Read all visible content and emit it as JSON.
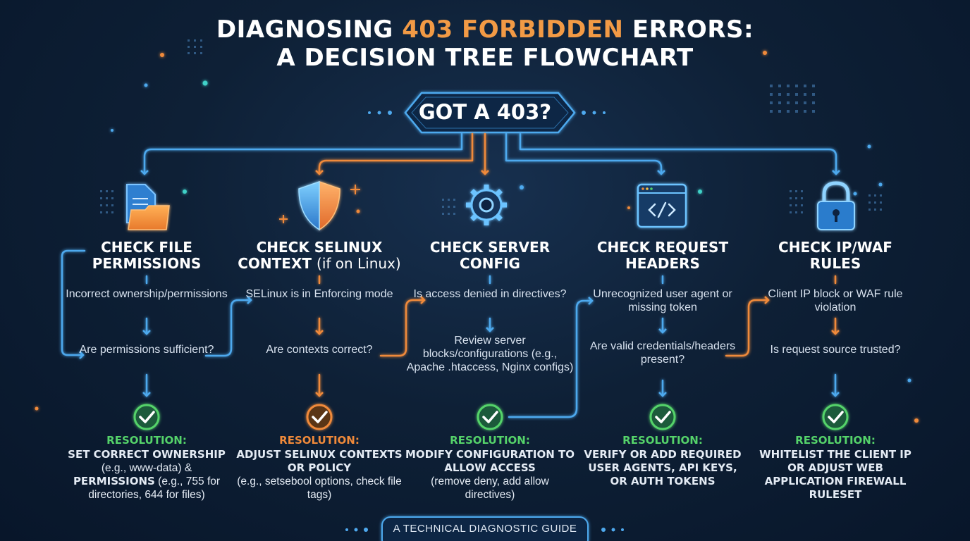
{
  "title": {
    "line1_prefix": "DIAGNOSING ",
    "line1_accent": "403 FORBIDDEN",
    "line1_suffix": " ERRORS:",
    "line2": "A DECISION TREE FLOWCHART"
  },
  "root": {
    "label": "GOT A 403?"
  },
  "colors": {
    "blue": "#4ea9ee",
    "orange": "#f08a3a",
    "green": "#55d36a",
    "background": "#0c1c30"
  },
  "columns": [
    {
      "icon": "folder-document-icon",
      "title": "CHECK FILE PERMISSIONS",
      "title_sub": "",
      "color": "#4ea9ee",
      "step1": "Incorrect ownership/permissions",
      "question": "Are permissions sufficient?",
      "resolution_label": "RESOLUTION:",
      "resolution_label_color": "#55d36a",
      "resolution_bold1": "SET CORRECT OWNERSHIP",
      "resolution_text1": "(e.g., www-data) &",
      "resolution_bold2": "PERMISSIONS",
      "resolution_text2": "(e.g., 755 for directories, 644 for files)"
    },
    {
      "icon": "shield-icon",
      "title": "CHECK SELINUX CONTEXT",
      "title_sub": "(if on Linux)",
      "color": "#f08a3a",
      "step1": "SELinux is in Enforcing mode",
      "question": "Are contexts correct?",
      "resolution_label": "RESOLUTION:",
      "resolution_label_color": "#f08a3a",
      "resolution_bold": "ADJUST SELINUX CONTEXTS OR POLICY",
      "resolution_text": "(e.g., setsebool options, check file tags)"
    },
    {
      "icon": "gear-icon",
      "title": "CHECK SERVER CONFIG",
      "title_sub": "",
      "color": "#4ea9ee",
      "step1": "Is access denied in directives?",
      "step2": "Review server blocks/configurations (e.g., Apache .htaccess, Nginx configs)",
      "resolution_label": "RESOLUTION:",
      "resolution_label_color": "#55d36a",
      "resolution_bold": "MODIFY CONFIGURATION TO ALLOW ACCESS",
      "resolution_text": "(remove deny, add allow directives)"
    },
    {
      "icon": "code-window-icon",
      "title": "CHECK REQUEST HEADERS",
      "title_sub": "",
      "color": "#4ea9ee",
      "step1": "Unrecognized user agent or missing token",
      "question": "Are valid credentials/headers present?",
      "resolution_label": "RESOLUTION:",
      "resolution_label_color": "#55d36a",
      "resolution_bold": "VERIFY OR ADD REQUIRED USER AGENTS, API KEYS, OR AUTH TOKENS",
      "resolution_text": ""
    },
    {
      "icon": "padlock-icon",
      "title": "CHECK IP/WAF RULES",
      "title_sub": "",
      "color": "#f08a3a",
      "step1": "Client IP block or WAF rule violation",
      "question": "Is request source trusted?",
      "resolution_label": "RESOLUTION:",
      "resolution_label_color": "#55d36a",
      "resolution_bold": "WHITELIST THE CLIENT IP OR ADJUST WEB APPLICATION FIREWALL RULESET",
      "resolution_text": ""
    }
  ],
  "footer": {
    "label": "A TECHNICAL DIAGNOSTIC GUIDE"
  }
}
